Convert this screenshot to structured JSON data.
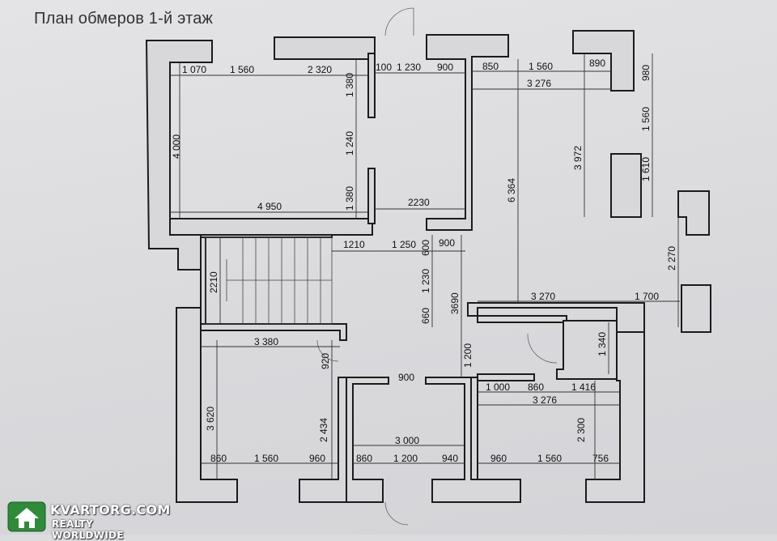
{
  "title": "План обмеров 1-й этаж",
  "watermark": {
    "name": "KVARTORG.COM",
    "tagline": "REALTY WORLDWIDE"
  },
  "dims": [
    "1 070",
    "1 560",
    "2 320",
    "100",
    "1 230",
    "900",
    "850",
    "1 560",
    "890",
    "980",
    "3 276",
    "1 380",
    "1 240",
    "1 380",
    "4 000",
    "3 972",
    "1 560",
    "4 950",
    "2230",
    "6 364",
    "1 610",
    "1210",
    "1 250",
    "600",
    "900",
    "2 270",
    "2210",
    "1 230",
    "3690",
    "660",
    "3 270",
    "1 700",
    "3 380",
    "920",
    "1 200",
    "1 340",
    "900",
    "1 000",
    "860",
    "1 416",
    "3 276",
    "3 620",
    "2 434",
    "2 300",
    "3 000",
    "860",
    "1 560",
    "960",
    "860",
    "1 200",
    "940",
    "960",
    "1 560",
    "756"
  ],
  "colors": {
    "wall_stroke": "#1b1b1b",
    "paper": "#dcdcdf",
    "logo_green": "#2e8b3a"
  },
  "icons": [
    "house-logo-icon"
  ]
}
